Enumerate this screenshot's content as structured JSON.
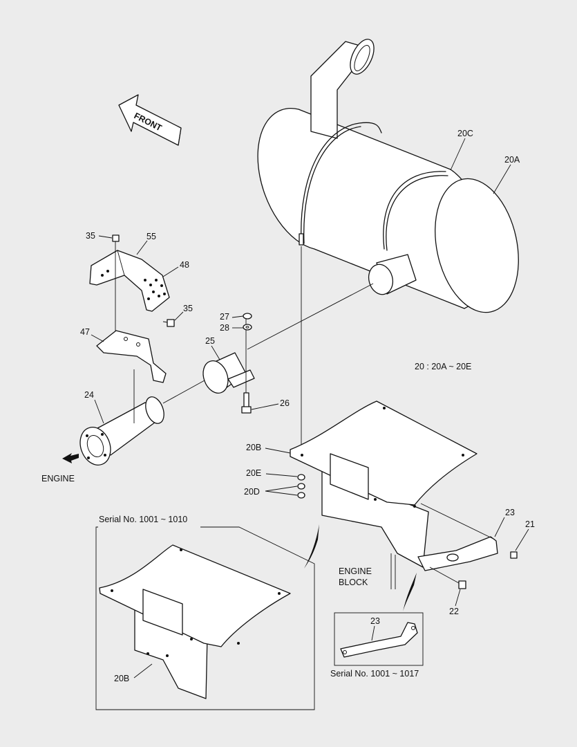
{
  "front_label": "FRONT",
  "engine_label": "ENGINE",
  "engine_block_label": [
    "ENGINE",
    "BLOCK"
  ],
  "range_note": "20 : 20A ~ 20E",
  "inset_left_title": "Serial No. 1001 ~ 1010",
  "inset_right_title": "Serial No. 1001 ~ 1017",
  "callouts": {
    "c20C": "20C",
    "c20A": "20A",
    "c35a": "35",
    "c55": "55",
    "c48": "48",
    "c35b": "35",
    "c47": "47",
    "c27": "27",
    "c28": "28",
    "c25": "25",
    "c24": "24",
    "c26": "26",
    "c20B": "20B",
    "c20E": "20E",
    "c20D": "20D",
    "c23": "23",
    "c21": "21",
    "c22": "22",
    "c20B_inset": "20B",
    "c23_inset": "23"
  },
  "colors": {
    "background": "#ececec",
    "line": "#111111",
    "fill": "#ffffff"
  }
}
